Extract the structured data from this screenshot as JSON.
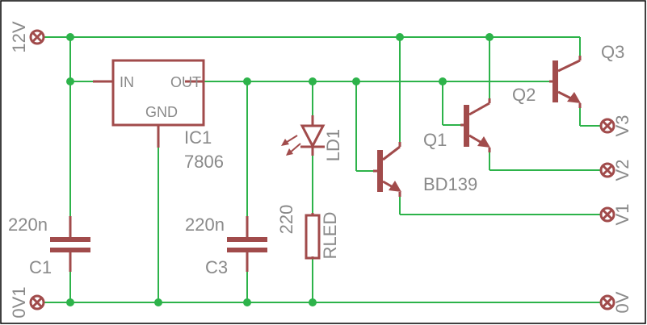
{
  "colors": {
    "wire": "#2db34a",
    "part": "#a14b4b",
    "label": "#8a8a8a",
    "background": "#ffffff"
  },
  "terminals": {
    "v12": "12V",
    "v0in": "0V1",
    "v3": "V3",
    "v2": "V2",
    "v1": "V1",
    "v0out": "0V"
  },
  "ic1": {
    "name": "IC1",
    "value": "7806",
    "pin_in": "IN",
    "pin_out": "OUT",
    "pin_gnd": "GND"
  },
  "c1": {
    "name": "C1",
    "value": "220n"
  },
  "c3": {
    "name": "C3",
    "value": "220n"
  },
  "ld1": {
    "name": "LD1"
  },
  "rled": {
    "name": "RLED",
    "value": "220"
  },
  "q1": {
    "name": "Q1"
  },
  "q2": {
    "name": "Q2"
  },
  "q3": {
    "name": "Q3"
  },
  "transistor_type": "BD139"
}
